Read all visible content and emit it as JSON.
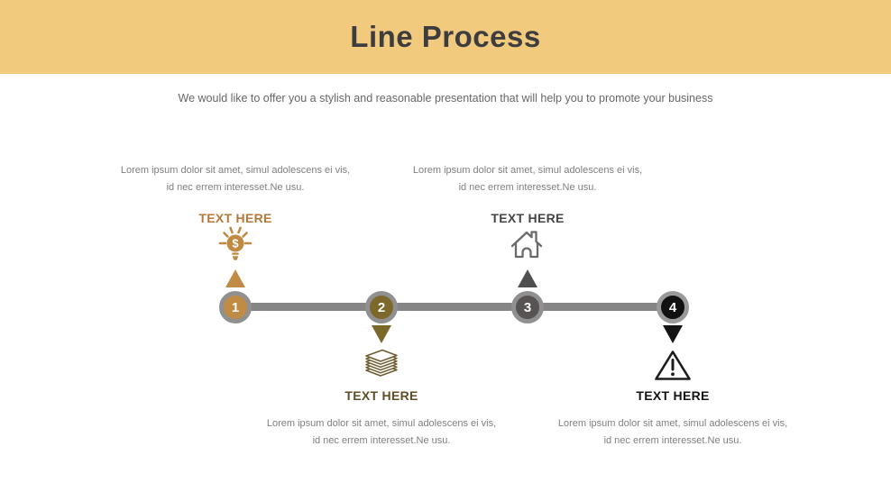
{
  "slide": {
    "title": "Line Process",
    "subtitle": "We would like to offer you a stylish and reasonable presentation that will help you to promote your business"
  },
  "colors": {
    "header_bg": "#f1ca7d",
    "title_text": "#3d3d3f",
    "subtitle_text": "#666666",
    "description_text": "#7f7f7f",
    "timeline_line": "#858585",
    "node_ring": "#909090",
    "step1_accent": "#c08b44",
    "step2_accent": "#7c682b",
    "step3_accent": "#575353",
    "step4_accent": "#111111"
  },
  "steps": [
    {
      "number": "1",
      "label": "TEXT HERE",
      "side": "above",
      "icon": "lightbulb-dollar-icon",
      "desc1": "Lorem ipsum dolor sit amet, simul adolescens ei vis,",
      "desc2": "id nec errem interesset.Ne usu."
    },
    {
      "number": "2",
      "label": "TEXT HERE",
      "side": "below",
      "icon": "layer-stack-icon",
      "desc1": "Lorem ipsum dolor sit amet, simul adolescens ei vis,",
      "desc2": "id nec errem interesset.Ne usu."
    },
    {
      "number": "3",
      "label": "TEXT HERE",
      "side": "above",
      "icon": "house-icon",
      "desc1": "Lorem ipsum dolor sit amet, simul adolescens ei vis,",
      "desc2": "id nec errem interesset.Ne usu."
    },
    {
      "number": "4",
      "label": "TEXT HERE",
      "side": "below",
      "icon": "warning-icon",
      "desc1": "Lorem ipsum dolor sit amet, simul adolescens ei vis,",
      "desc2": "id nec errem interesset.Ne usu."
    }
  ]
}
